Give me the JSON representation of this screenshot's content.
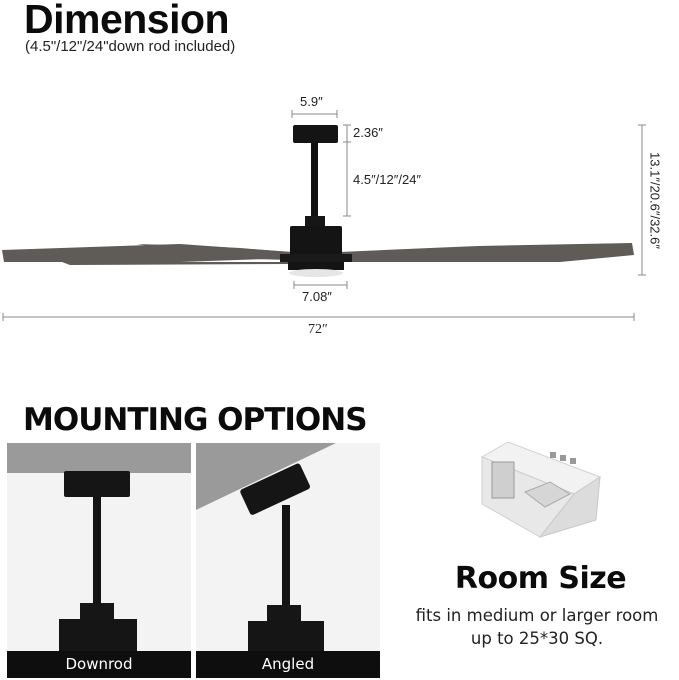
{
  "header": {
    "title": "Dimension",
    "subtitle": "(4.5\"/12\"/24\"down rod included)"
  },
  "dimensions": {
    "canopy_width": "5.9″",
    "canopy_height": "2.36″",
    "downrod_lengths": "4.5″/12″/24″",
    "total_height": "13.1″/20.6″/32.6″",
    "motor_width": "7.08″",
    "blade_span": "72″"
  },
  "mounting": {
    "title": "MOUNTING OPTIONS",
    "options": [
      {
        "label": "Downrod"
      },
      {
        "label": "Angled"
      }
    ]
  },
  "room": {
    "title": "Room Size",
    "line1": "fits in medium or larger room",
    "line2": "up to 25*30 SQ."
  },
  "colors": {
    "fan_body": "#141414",
    "blade": "#5f5b57",
    "ceiling": "#9a9a9a",
    "panel_bg": "#f3f3f3",
    "label_bar": "#0e0e0e",
    "dim_line": "#8a8a8a"
  }
}
